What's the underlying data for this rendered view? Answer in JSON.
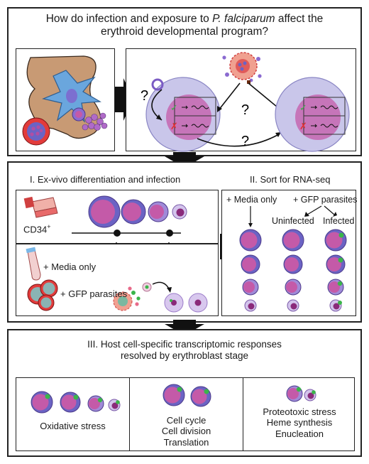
{
  "top": {
    "question_prefix": "How do infection and exposure to ",
    "question_species": "P. falciparum",
    "question_suffix": " affect the",
    "question_line2": "erythroid developmental program?",
    "question_marks": [
      "?",
      "?",
      "?"
    ],
    "check_mark": "✓",
    "cross_mark": "✗"
  },
  "middle": {
    "left_title": "I. Ex-vivo differentiation and infection",
    "right_title": "II. Sort for RNA-seq",
    "cd34_label": "CD34",
    "cd34_sup": "+",
    "plus": "+",
    "media_only": "Media only",
    "gfp_parasites": "GFP parasites",
    "sort_header_media": "+ Media only",
    "sort_header_gfp": "+ GFP parasites",
    "uninfected": "Uninfected",
    "infected": "Infected"
  },
  "bottom": {
    "title_line1": "III. Host cell-specific transcriptomic responses",
    "title_line2": "resolved by erythroblast stage",
    "col1": [
      "Oxidative stress"
    ],
    "col2": [
      "Cell cycle",
      "Cell division",
      "Translation"
    ],
    "col3": [
      "Proteotoxic stress",
      "Heme synthesis",
      "Enucleation"
    ]
  },
  "colors": {
    "nucleus": "#c45aa8",
    "cytoplasm": "#6b63c4",
    "cell_pale": "#cbb9e6",
    "host_cell": "#c9c6ea",
    "macrophage": "#c89a74",
    "dendrite": "#6aa6dd",
    "gfp": "#3ab54a",
    "red": "#e03030",
    "arrow": "#111111"
  }
}
